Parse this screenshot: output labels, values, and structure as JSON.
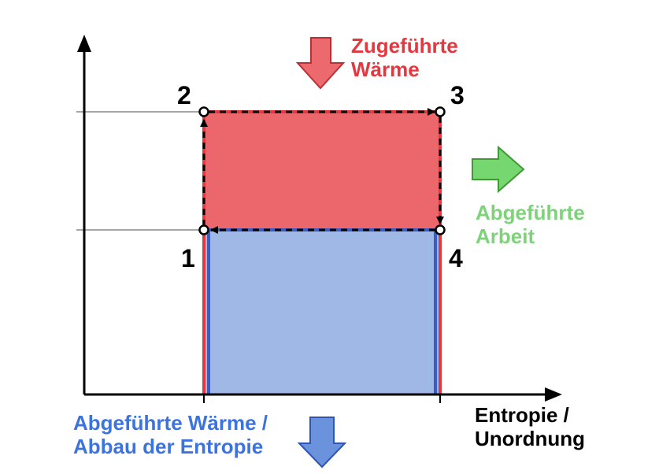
{
  "points": {
    "p1": "1",
    "p2": "2",
    "p3": "3",
    "p4": "4"
  },
  "labels": {
    "heat_in": [
      "Zugeführte",
      "Wärme"
    ],
    "work_out": [
      "Abgeführte",
      "Arbeit"
    ],
    "heat_out": [
      "Abgeführte Wärme /",
      "Abbau der Entropie"
    ],
    "x_axis": [
      "Entropie /",
      "Unordnung"
    ]
  },
  "colors": {
    "hot_fill": "#eb676c",
    "cold_fill": "#a0b8e6",
    "red": "#e5373f",
    "blue": "#3b5cc4",
    "green_fill": "#76d66f",
    "green_stroke": "#3f9a33",
    "blue_arrow_fill": "#6b93dd",
    "red_arrow_fill": "#ec6a6e"
  }
}
